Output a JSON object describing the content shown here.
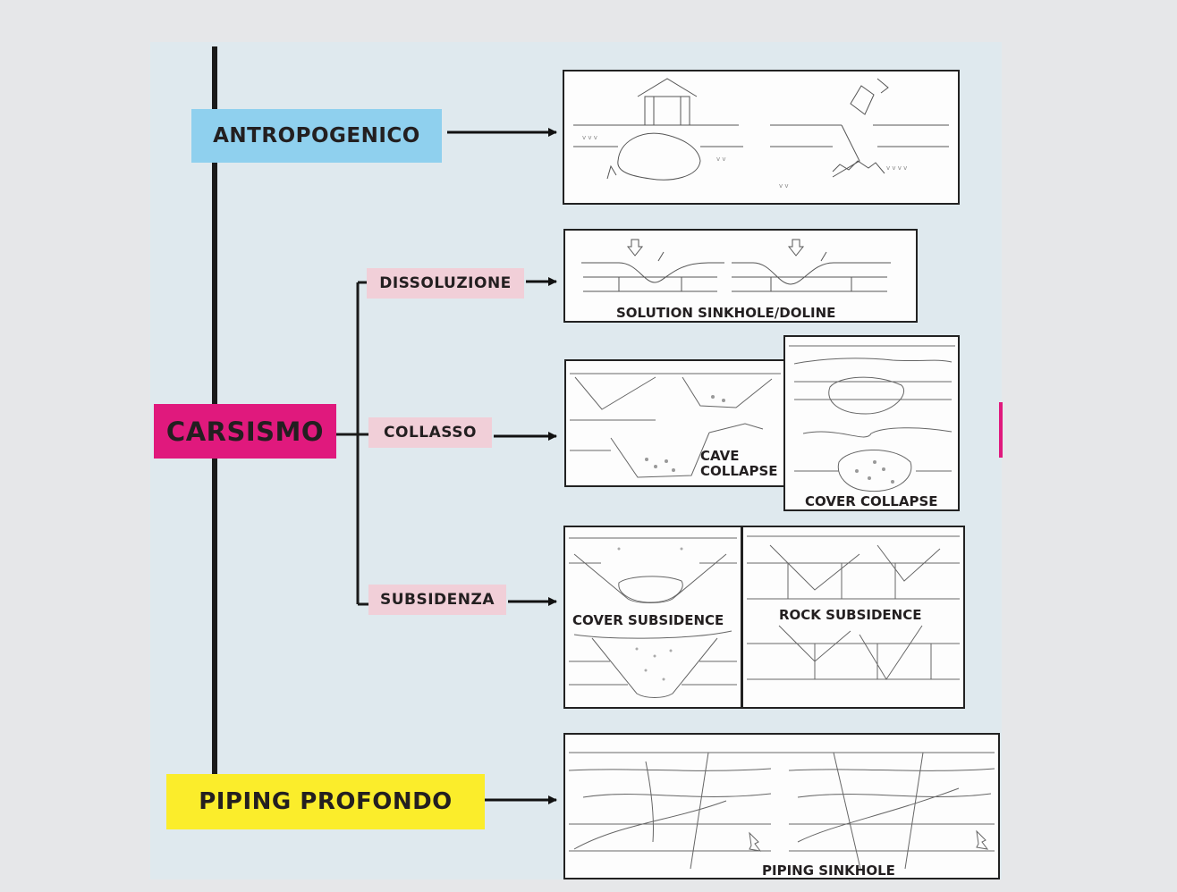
{
  "categories": {
    "antropogenico": "ANTROPOGENICO",
    "carsismo": "CARSISMO",
    "piping": "PIPING PROFONDO"
  },
  "subcategories": {
    "dissoluzione": "DISSOLUZIONE",
    "collasso": "COLLASSO",
    "subsidenza": "SUBSIDENZA"
  },
  "panel_labels": {
    "solution": "SOLUTION SINKHOLE/DOLINE",
    "cave_line1": "CAVE",
    "cave_line2": "COLLAPSE",
    "cover_collapse": "COVER COLLAPSE",
    "cover_subsidence": "COVER SUBSIDENCE",
    "rock_subsidence": "ROCK SUBSIDENCE",
    "piping_sinkhole": "PIPING SINKHOLE"
  },
  "colors": {
    "antropogenico": "#8fd0ee",
    "carsismo": "#e0197d",
    "piping": "#fbed2b",
    "subcategory": "#f1cfd8",
    "background": "#dfe9ee"
  }
}
